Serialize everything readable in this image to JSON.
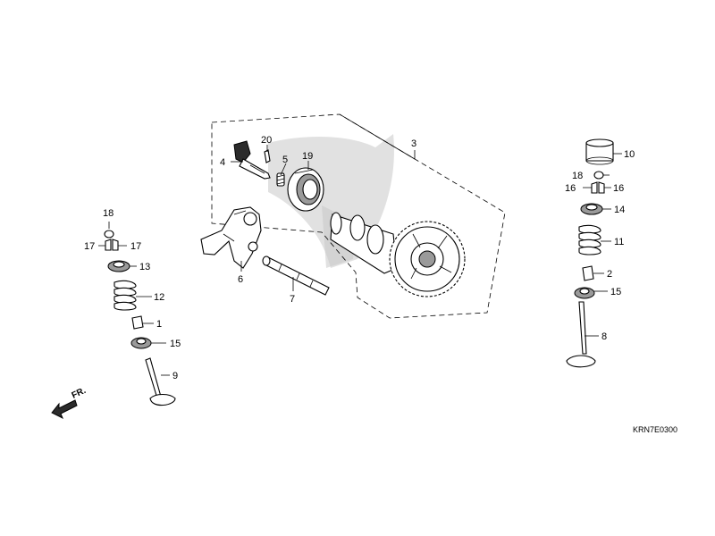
{
  "diagram": {
    "callouts": {
      "p1": "1",
      "p2": "2",
      "p3": "3",
      "p4": "4",
      "p5": "5",
      "p6": "6",
      "p7": "7",
      "p8": "8",
      "p9": "9",
      "p10": "10",
      "p11": "11",
      "p12": "12",
      "p13": "13",
      "p14": "14",
      "p15_left": "15",
      "p15_right": "15",
      "p16_left": "16",
      "p16_right": "16",
      "p17_left": "17",
      "p17_right": "17",
      "p18_left": "18",
      "p18_right": "18",
      "p19": "19",
      "p20": "20"
    },
    "front_arrow_label": "FR.",
    "diagram_code": "KRN7E0300"
  }
}
